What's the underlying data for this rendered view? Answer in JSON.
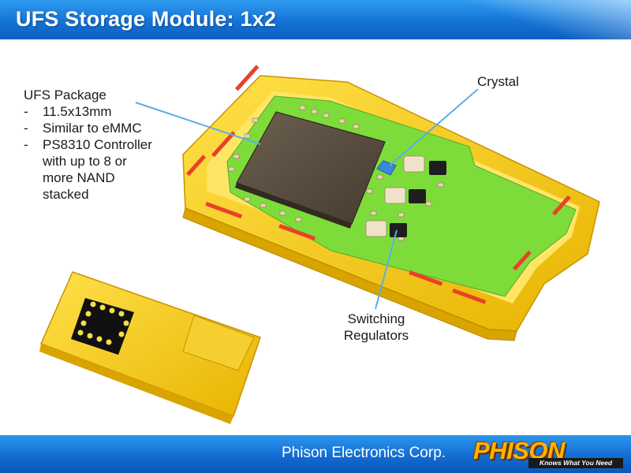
{
  "slide": {
    "title": "UFS Storage Module: 1x2"
  },
  "callouts": {
    "package": {
      "heading": "UFS Package",
      "bullets": [
        "11.5x13mm",
        "Similar to eMMC",
        "PS8310 Controller with up to 8 or more NAND stacked"
      ]
    },
    "crystal": "Crystal",
    "regulators_line1": "Switching",
    "regulators_line2": "Regulators"
  },
  "footer": {
    "company": "Phison Electronics Corp.",
    "logo_word": "PHISON",
    "logo_tagline": "Knows What You Need"
  },
  "colors": {
    "title_bar": "#1473d6",
    "module_yellow": "#f5c518",
    "pcb_green": "#7ddc3a",
    "package_dark": "#5a4e3f",
    "leader_line": "#5aaee8"
  }
}
